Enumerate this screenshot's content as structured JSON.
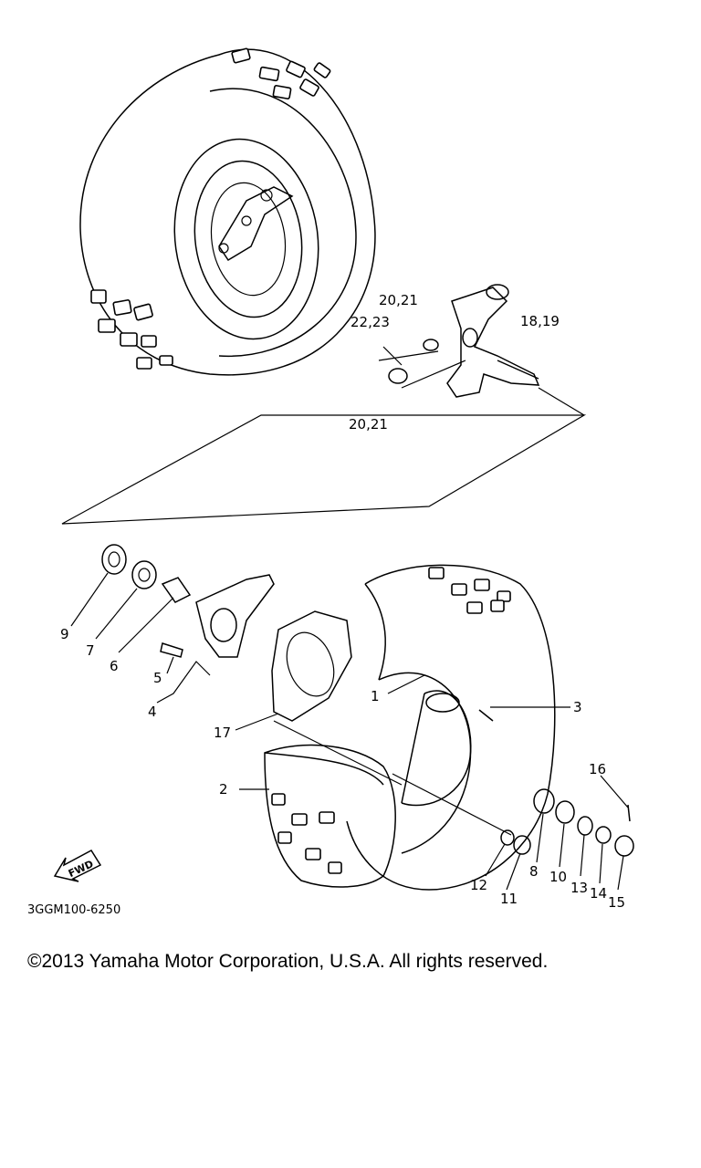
{
  "diagram": {
    "part_labels": {
      "p1": "1",
      "p2": "2",
      "p3": "3",
      "p4": "4",
      "p5": "5",
      "p6": "6",
      "p7": "7",
      "p8": "8",
      "p9": "9",
      "p10": "10",
      "p11": "11",
      "p12": "12",
      "p13": "13",
      "p14": "14",
      "p15": "15",
      "p16": "16",
      "p17": "17",
      "p18_19": "18,19",
      "p20_21_top": "20,21",
      "p20_21_bottom": "20,21",
      "p22_23": "22,23"
    },
    "fwd_label": "FWD",
    "drawing_code": "3GGM100-6250"
  },
  "footer": {
    "copyright": "©2013 Yamaha Motor Corporation, U.S.A. All rights reserved."
  }
}
